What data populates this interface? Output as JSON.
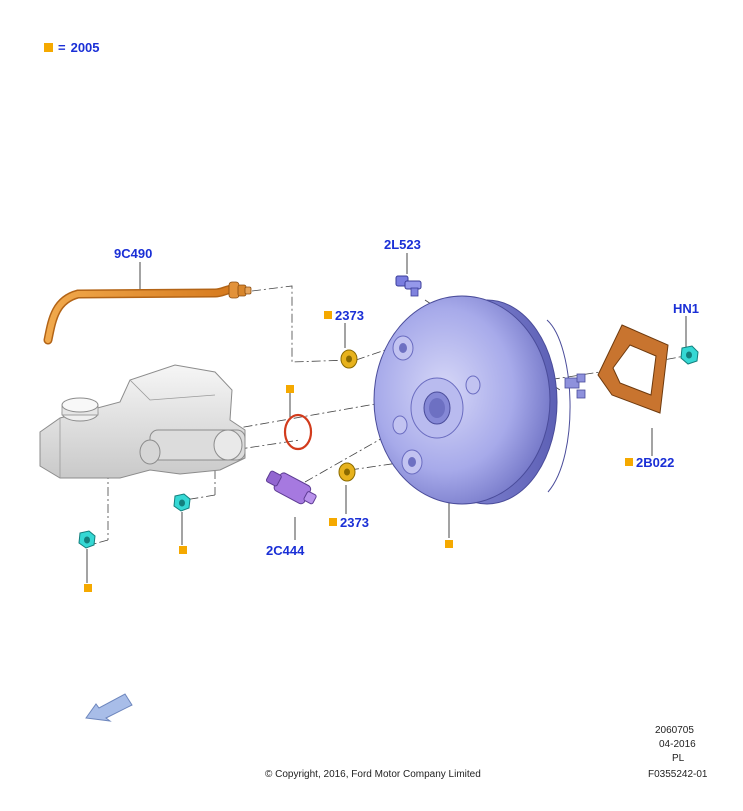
{
  "legend": {
    "marker_color": "#f5a900",
    "equals": "=",
    "value": "2005"
  },
  "callouts": {
    "hose": "9C490",
    "bolt_top": "2L523",
    "washer_top": "2373",
    "washer_bottom": "2373",
    "nut_right": "HN1",
    "gasket": "2B022",
    "sensor": "2C444"
  },
  "footer": {
    "code1": "2060705",
    "date": "04-2016",
    "lang": "PL",
    "figure": "F0355242-01",
    "copyright": "© Copyright, 2016, Ford Motor Company Limited"
  },
  "colors": {
    "label": "#1a2fd6",
    "marker": "#f5a900",
    "booster": "#a9aceb",
    "hose": "#e88a2a",
    "gasket": "#c8742f",
    "nut": "#35d8d4",
    "sensor": "#a679e0",
    "oring": "#d23b1c",
    "washer": "#e7b21c",
    "arrow": "#a8bde8"
  }
}
